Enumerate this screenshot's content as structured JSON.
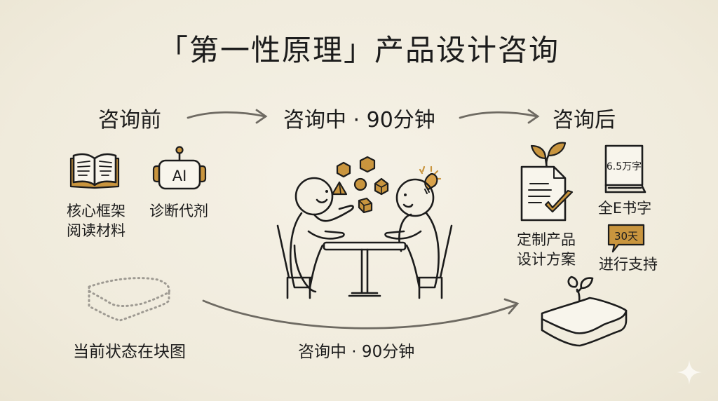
{
  "title": "「第一性原理」产品设计咨询",
  "stages": {
    "before": "咨询前",
    "during": "咨询中 · 90分钟",
    "after": "咨询后"
  },
  "before_items": [
    {
      "icon": "open-book-icon",
      "label_line1": "核心框架",
      "label_line2": "阅读材料"
    },
    {
      "icon": "ai-robot-icon",
      "icon_text": "AI",
      "label": "诊断代剂"
    }
  ],
  "during_scene": {
    "icon": "two-people-at-table-icon",
    "shapes": [
      "hexagon",
      "hexagon",
      "pyramid",
      "sphere",
      "pentagon-prism",
      "cube"
    ],
    "accent": "lightbulb-icon"
  },
  "after_items": [
    {
      "icon": "document-sprout-check-icon",
      "label_line1": "定制产品",
      "label_line2": "设计方案"
    },
    {
      "icon": "book-icon",
      "icon_text": "6.5万字",
      "label": "全E书字"
    },
    {
      "icon": "speech-bubble-icon",
      "icon_text": "30天",
      "label": "进行支持"
    }
  ],
  "bottom": {
    "left_label": "当前状态在块图",
    "center_label": "咨询中 · 90分钟",
    "left_icon": "dotted-block-icon",
    "right_icon": "block-with-sprout-icon"
  },
  "colors": {
    "background": "#f2eee2",
    "ink": "#1c1c1c",
    "accent_gold": "#c9953e",
    "arrow_gray": "#6e6a62"
  }
}
